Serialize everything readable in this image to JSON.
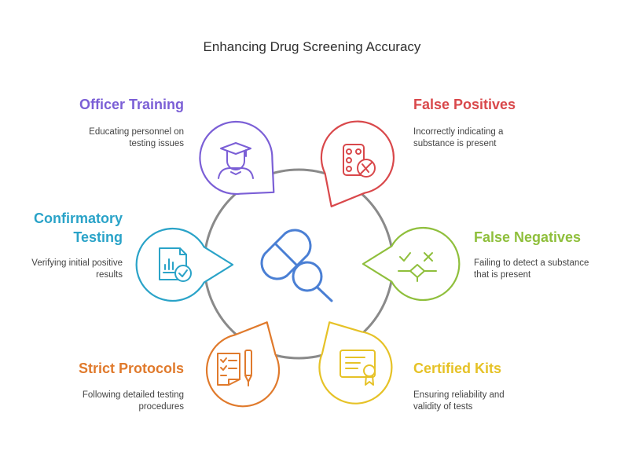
{
  "title": "Enhancing Drug Screening Accuracy",
  "colors": {
    "officer_training": "#7b5fd6",
    "false_positives": "#d9484b",
    "confirmatory_testing": "#2aa3c8",
    "false_negatives": "#8fbf3c",
    "strict_protocols": "#e07a2c",
    "certified_kits": "#e6c227",
    "center_ring": "#8a8a8a",
    "center_icon": "#4a7fd4"
  },
  "items": {
    "officer_training": {
      "title": "Officer Training",
      "desc": [
        "Educating personnel on",
        "testing issues"
      ],
      "icon": "graduate-icon"
    },
    "false_positives": {
      "title": "False Positives",
      "desc": [
        "Incorrectly indicating a",
        "substance is present"
      ],
      "icon": "pill-blister-icon"
    },
    "confirmatory_testing": {
      "title": [
        "Confirmatory",
        "Testing"
      ],
      "desc": [
        "Verifying initial positive",
        "results"
      ],
      "icon": "report-check-icon"
    },
    "false_negatives": {
      "title": "False Negatives",
      "desc": [
        "Failing to detect a substance",
        "that is present"
      ],
      "icon": "decision-icon"
    },
    "strict_protocols": {
      "title": "Strict Protocols",
      "desc": [
        "Following detailed testing",
        "procedures"
      ],
      "icon": "checklist-pen-icon"
    },
    "certified_kits": {
      "title": "Certified Kits",
      "desc": [
        "Ensuring reliability and",
        "validity of tests"
      ],
      "icon": "certificate-icon"
    }
  },
  "center": {
    "icon": "pill-magnifier-icon"
  }
}
